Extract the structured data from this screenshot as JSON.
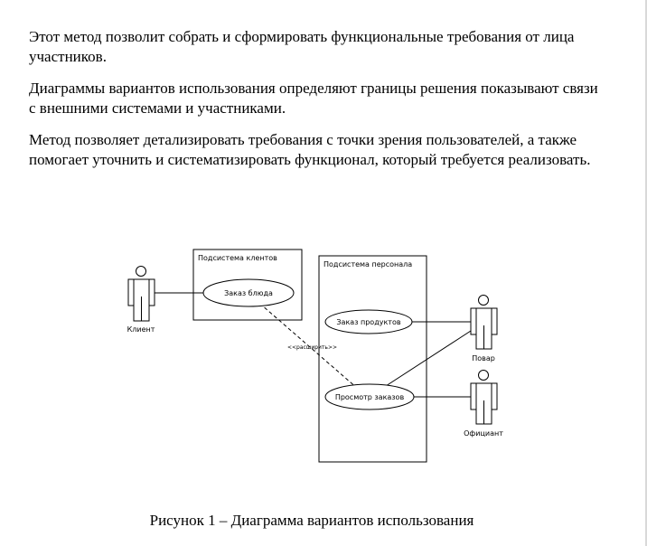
{
  "paragraphs": [
    "Этот метод позволит собрать и сформировать функциональные требования от лица участников.",
    "Диаграммы вариантов использования определяют границы решения показывают связи с внешними системами и участниками.",
    "Метод позволяет детализировать требования с точки зрения пользователей, а также помогает уточнить и систематизировать функционал, который требуется реализовать."
  ],
  "diagram": {
    "client_subsystem_title": "Подсистема клентов",
    "staff_subsystem_title": "Подсистема персонала",
    "use_case_order_dish": "Заказ блюда",
    "use_case_order_products": "Заказ продуктов",
    "use_case_view_orders": "Просмотр заказов",
    "extend_label": "<<расширить>>",
    "actor_client": "Клиент",
    "actor_cook": "Повар",
    "actor_waiter": "Официант"
  },
  "caption": "Рисунок 1 – Диаграмма вариантов использования"
}
